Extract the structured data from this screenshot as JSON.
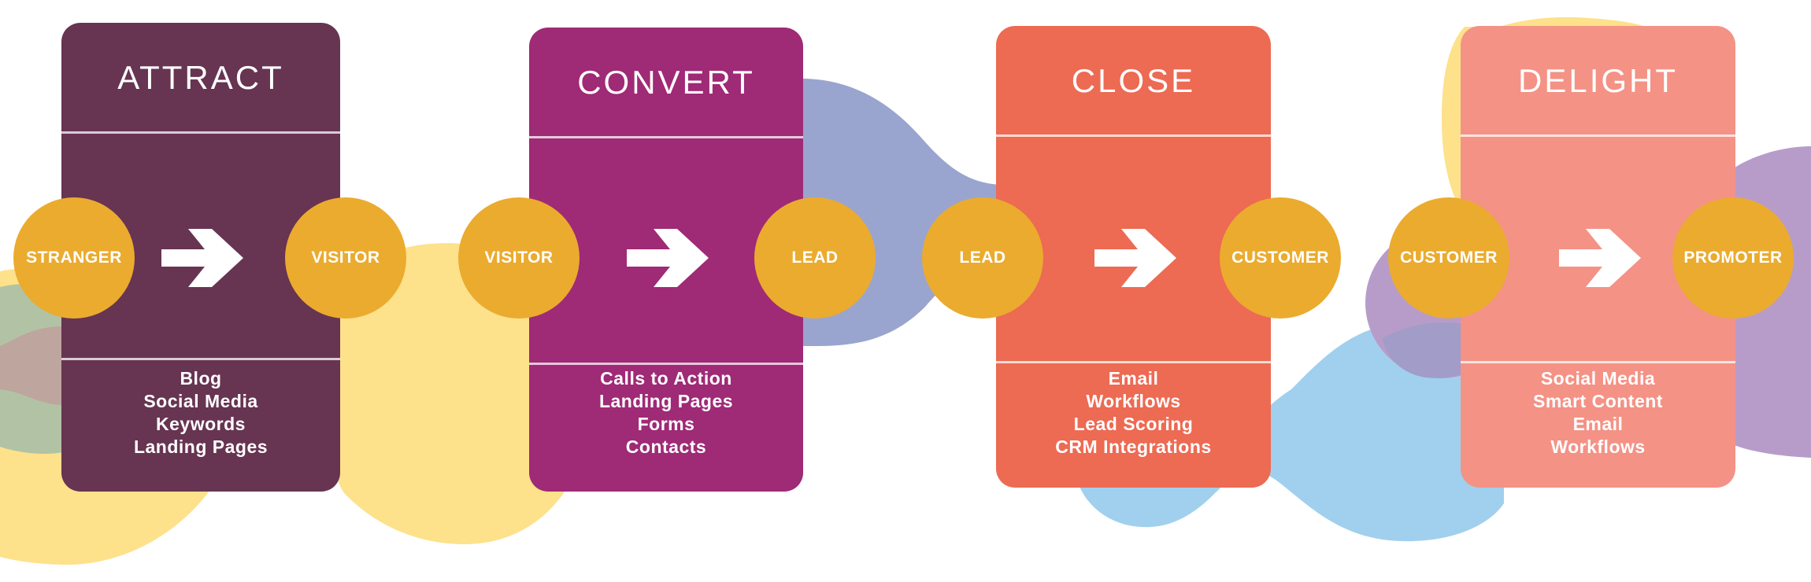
{
  "diagram": {
    "type": "inbound-marketing-methodology",
    "colors": {
      "attract": "#673452",
      "convert": "#9f2a76",
      "close": "#ed6a53",
      "delight": "#f49286",
      "stage_circle": "#ebab2e",
      "text": "#ffffff",
      "blob_yellow": "#fde18b",
      "blob_blue_purple": "#99a5cf",
      "blob_light_blue": "#a0d0ee",
      "blob_purple": "#b79cca",
      "blob_green": "#b1c3a4",
      "blob_mauve": "#bea59e"
    },
    "stages": [
      {
        "title": "ATTRACT",
        "from": "STRANGER",
        "to": "VISITOR",
        "tools": [
          "Blog",
          "Social Media",
          "Keywords",
          "Landing Pages"
        ]
      },
      {
        "title": "CONVERT",
        "from": "VISITOR",
        "to": "LEAD",
        "tools": [
          "Calls to Action",
          "Landing Pages",
          "Forms",
          "Contacts"
        ]
      },
      {
        "title": "CLOSE",
        "from": "LEAD",
        "to": "CUSTOMER",
        "tools": [
          "Email",
          "Workflows",
          "Lead Scoring",
          "CRM Integrations"
        ]
      },
      {
        "title": "DELIGHT",
        "from": "CUSTOMER",
        "to": "PROMOTER",
        "tools": [
          "Social Media",
          "Smart Content",
          "Email",
          "Workflows"
        ]
      }
    ]
  }
}
